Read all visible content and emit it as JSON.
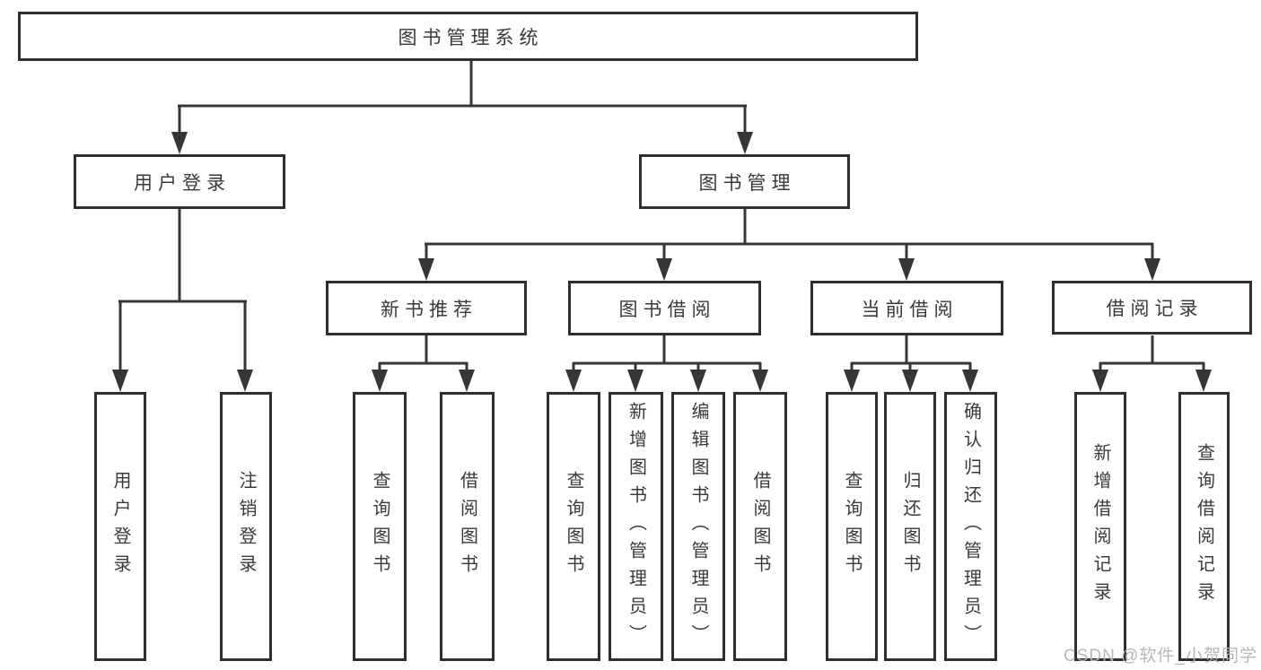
{
  "tree": {
    "label": "图书管理系统",
    "children": [
      {
        "label": "用户登录",
        "children": [
          {
            "label": "用户登录"
          },
          {
            "label": "注销登录"
          }
        ]
      },
      {
        "label": "图书管理",
        "children": [
          {
            "label": "新书推荐",
            "children": [
              {
                "label": "查询图书"
              },
              {
                "label": "借阅图书"
              }
            ]
          },
          {
            "label": "图书借阅",
            "children": [
              {
                "label": "查询图书"
              },
              {
                "label": "新增图书（管理员）"
              },
              {
                "label": "编辑图书（管理员）"
              },
              {
                "label": "借阅图书"
              }
            ]
          },
          {
            "label": "当前借阅",
            "children": [
              {
                "label": "查询图书"
              },
              {
                "label": "归还图书"
              },
              {
                "label": "确认归还（管理员）"
              }
            ]
          },
          {
            "label": "借阅记录",
            "children": [
              {
                "label": "新增借阅记录"
              },
              {
                "label": "查询借阅记录"
              }
            ]
          }
        ]
      }
    ]
  },
  "watermark": {
    "text": "CSDN @软件_小贺同学"
  },
  "colors": {
    "line": "#363636",
    "box_border": "#2e2e2e",
    "box_background": "#ffffff",
    "text": "#3a3a3a",
    "watermark": "#b4b4b4",
    "page_background": "#ffffff"
  }
}
